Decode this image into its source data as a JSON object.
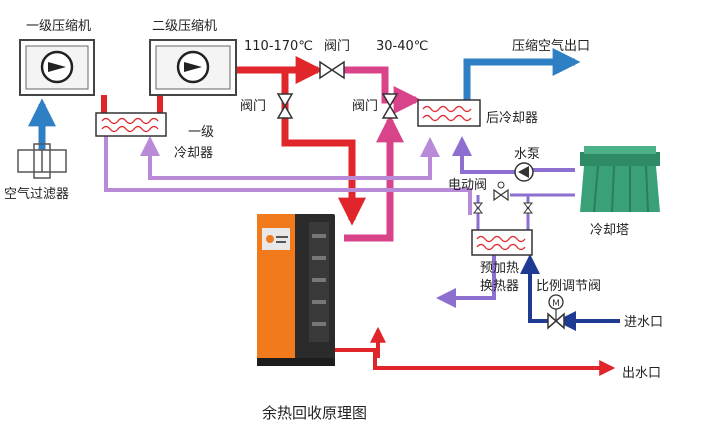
{
  "caption": "余热回收原理图",
  "labels": {
    "compressor1": "一级压缩机",
    "compressor2": "二级压缩机",
    "temp_high": "110-170℃",
    "temp_low": "30-40℃",
    "valve_top": "阀门",
    "valve_left": "阀门",
    "valve_mid": "阀门",
    "outlet": "压缩空气出口",
    "cooler1_line1": "一级",
    "cooler1_line2": "冷却器",
    "after_cooler": "后冷却器",
    "air_filter": "空气过滤器",
    "pump": "水泵",
    "electric_valve": "电动阀",
    "cooling_tower": "冷却塔",
    "preheat_line1": "预加热",
    "preheat_line2": "换热器",
    "proportional_valve": "比例调节阀",
    "water_in": "进水口",
    "water_out": "出水口"
  },
  "colors": {
    "hot_red": "#e0252b",
    "pink": "#d9438a",
    "lavender": "#b98ad8",
    "purple": "#8d6fd0",
    "blue": "#2f7fc4",
    "navy": "#1f3a93",
    "machine_orange": "#f07a1c",
    "machine_dark": "#2b2b2b",
    "tower_green": "#3aa077"
  }
}
